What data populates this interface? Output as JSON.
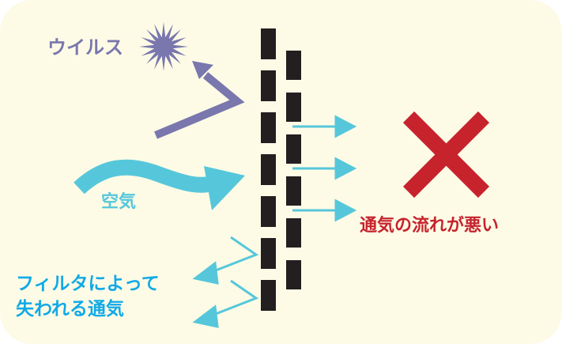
{
  "labels": {
    "virus": "ウイルス",
    "air": "空気",
    "lost_line1": "フィルタによって",
    "lost_line2": "失われる通気",
    "bad_flow": "通気の流れが悪い"
  },
  "colors": {
    "background": "#fdfbe6",
    "virus": "#7977ad",
    "air": "#56c7db",
    "lost_text": "#12a9e6",
    "bad": "#c7232d",
    "filter": "#231f20"
  },
  "icons": [
    "virus-starburst-icon",
    "cross-mark-icon"
  ]
}
